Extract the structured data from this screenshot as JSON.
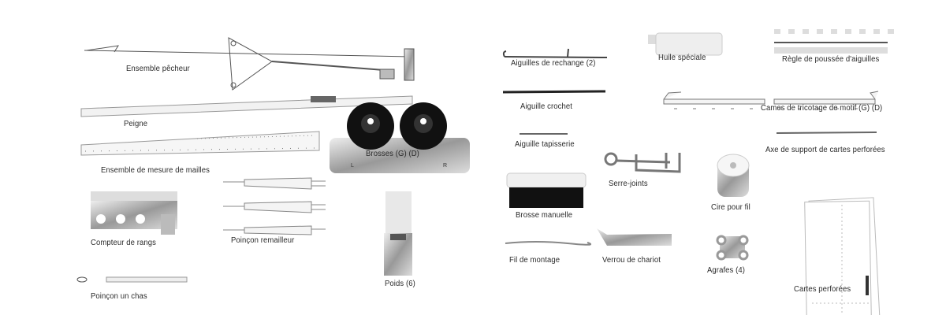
{
  "left_page": {
    "items": [
      {
        "label": "Ensemble pêcheur"
      },
      {
        "label": "Peigne"
      },
      {
        "label": "Ensemble de mesure de mailles"
      },
      {
        "label": "Brosses (G) (D)"
      },
      {
        "label": "Compteur de rangs"
      },
      {
        "label": "Poinçon remailleur"
      },
      {
        "label": "Poids (6)"
      },
      {
        "label": "Poinçon un chas"
      }
    ],
    "brush_marks": {
      "left": "L",
      "right": "R"
    }
  },
  "right_page": {
    "items": [
      {
        "label": "Aiguilles de rechange (2)"
      },
      {
        "label": "Huile spéciale"
      },
      {
        "label": "Règle de poussée d'aiguilles"
      },
      {
        "label": "Aiguille crochet"
      },
      {
        "label": "Cames de tricotage de motif (G) (D)"
      },
      {
        "label": "Aiguille tapisserie"
      },
      {
        "label": "Axe de support de cartes perforées"
      },
      {
        "label": "Serre-joints"
      },
      {
        "label": "Brosse manuelle"
      },
      {
        "label": "Cire pour fil"
      },
      {
        "label": "Fil de montage"
      },
      {
        "label": "Verrou de chariot"
      },
      {
        "label": "Agrafes (4)"
      },
      {
        "label": "Cartes perforées"
      }
    ]
  }
}
